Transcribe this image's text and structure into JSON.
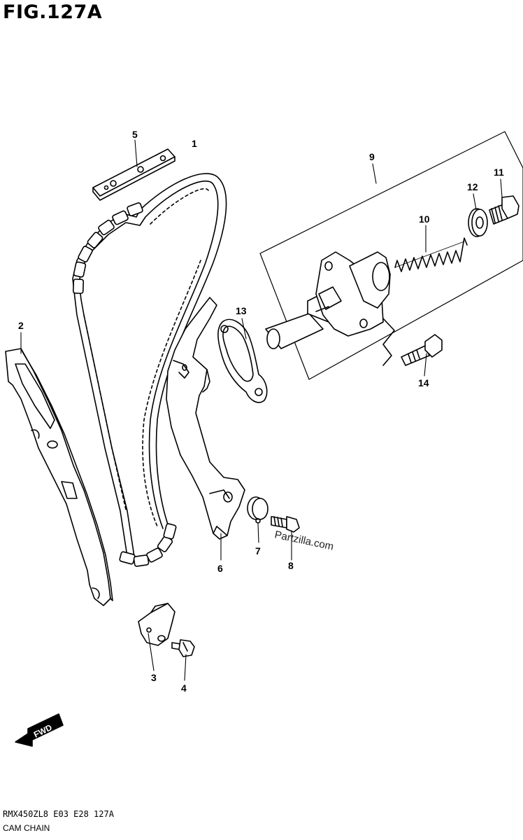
{
  "figure": {
    "title": "FIG.127A",
    "code": "RMX450ZL8  E03  E28  127A",
    "caption": "CAM CHAIN",
    "watermark": "Partzilla.com",
    "fwd_label": "FWD"
  },
  "callouts": [
    {
      "id": "1",
      "label": "1",
      "part": "cam-chain"
    },
    {
      "id": "2",
      "label": "2",
      "part": "cam-chain-guide"
    },
    {
      "id": "3",
      "label": "3",
      "part": "chain-guide-bracket"
    },
    {
      "id": "4",
      "label": "4",
      "part": "bracket-bolt"
    },
    {
      "id": "5",
      "label": "5",
      "part": "chain-pin-plate"
    },
    {
      "id": "6",
      "label": "6",
      "part": "chain-tensioner-guide"
    },
    {
      "id": "7",
      "label": "7",
      "part": "guide-spacer"
    },
    {
      "id": "8",
      "label": "8",
      "part": "guide-bolt"
    },
    {
      "id": "9",
      "label": "9",
      "part": "tensioner-assembly"
    },
    {
      "id": "10",
      "label": "10",
      "part": "tensioner-spring"
    },
    {
      "id": "11",
      "label": "11",
      "part": "tensioner-cap-bolt"
    },
    {
      "id": "12",
      "label": "12",
      "part": "gasket-washer"
    },
    {
      "id": "13",
      "label": "13",
      "part": "tensioner-gasket"
    },
    {
      "id": "14",
      "label": "14",
      "part": "tensioner-bolt"
    }
  ],
  "colors": {
    "line": "#000000",
    "background": "#ffffff"
  }
}
